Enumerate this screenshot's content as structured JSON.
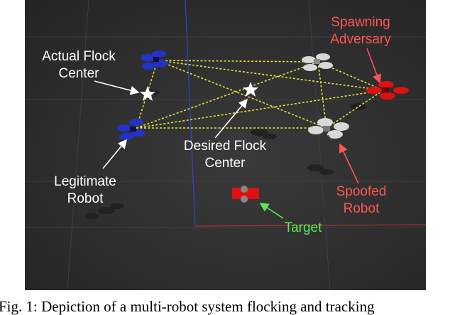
{
  "labels": {
    "actual_flock_center": [
      "Actual Flock",
      "Center"
    ],
    "spawning_adversary": [
      "Spawning",
      "Adversary"
    ],
    "desired_flock_center": [
      "Desired Flock",
      "Center"
    ],
    "legitimate_robot": [
      "Legitimate",
      "Robot"
    ],
    "spoofed_robot": [
      "Spoofed",
      "Robot"
    ],
    "target": "Target"
  },
  "caption": "Fig. 1: Depiction of a multi-robot system flocking and tracking",
  "colors": {
    "background": "#2b2b2b",
    "link_line": "#e8e03a",
    "legitimate": "#2233cc",
    "spoofed": "#d8d8d8",
    "adversary": "#dd1111",
    "target_vehicle": "#dd1111",
    "label_white": "#ffffff",
    "label_red": "#ff5555",
    "label_green": "#55ee55"
  }
}
